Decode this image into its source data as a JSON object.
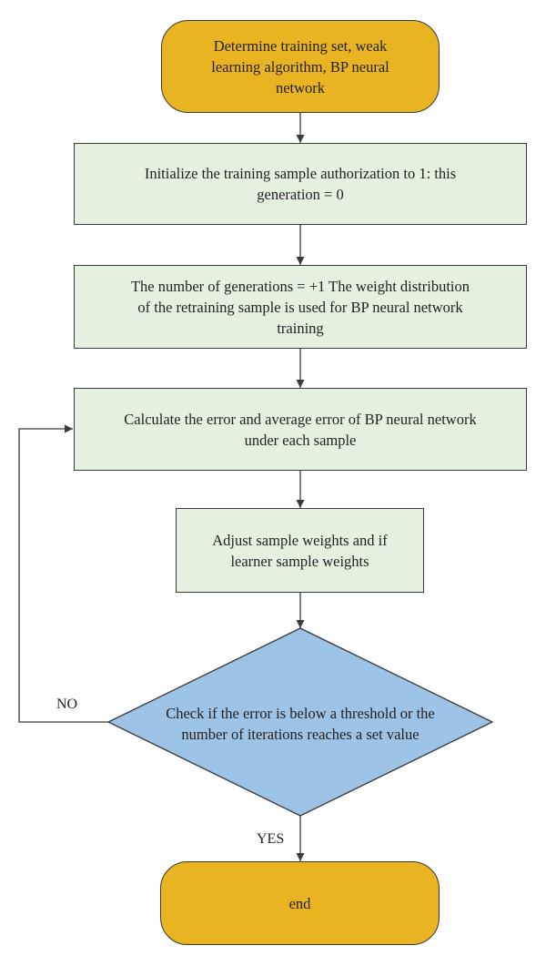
{
  "nodes": {
    "start": "Determine training set, weak learning algorithm, BP neural network",
    "init": "Initialize the training sample authorization to 1: this generation = 0",
    "generation": "The number of generations = +1 The weight distribution of the retraining sample is used for BP neural network training",
    "calculate": "Calculate the error and average error of BP neural network under each sample",
    "adjust": "Adjust sample weights and if learner sample weights",
    "decision": "Check if the error is below a threshold or the number of iterations reaches a set value",
    "end": "end"
  },
  "edges": {
    "no_label": "NO",
    "yes_label": "YES"
  },
  "colors": {
    "terminal_fill": "#e8b422",
    "process_fill": "#e5f0df",
    "decision_fill": "#9dc3e6",
    "stroke": "#3a3a3a"
  }
}
